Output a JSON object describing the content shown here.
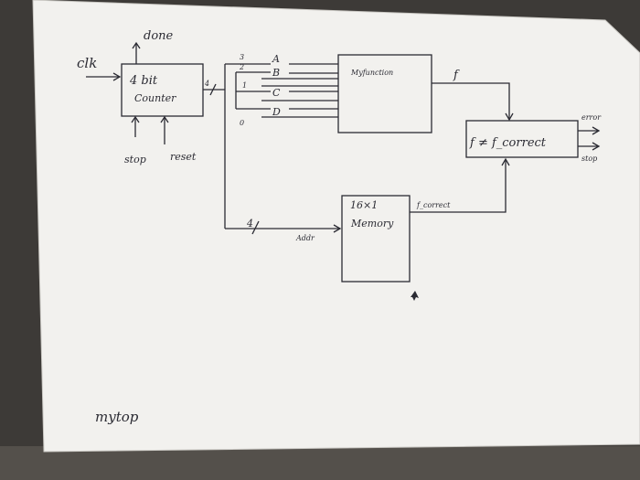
{
  "diagram": {
    "top_module_name": "mytop",
    "counter": {
      "label_line1": "4 bit",
      "label_line2": "Counter",
      "bus_width": "4"
    },
    "inputs": {
      "clock": "clk",
      "stop": "stop",
      "reset": "reset"
    },
    "outputs": {
      "done": "done"
    },
    "bit_split": {
      "bit_indices": [
        "3",
        "2",
        "1",
        "0"
      ],
      "signals": [
        "A",
        "B",
        "C",
        "D"
      ]
    },
    "function_block": {
      "label": "Myfunction",
      "output_signal": "f"
    },
    "comparator": {
      "label": "f ≠ f_correct",
      "output_error": "error",
      "output_stop": "stop"
    },
    "memory": {
      "label_line1": "16×1",
      "label_line2": "Memory",
      "address_label": "Addr",
      "address_width": "4",
      "output_signal": "f_correct"
    }
  }
}
